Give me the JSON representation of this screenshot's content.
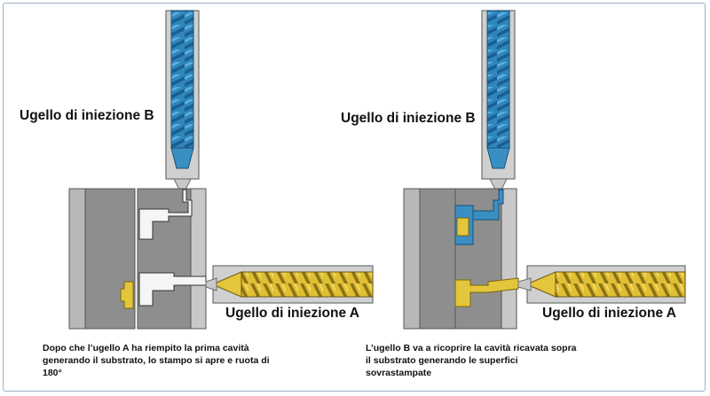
{
  "panels": [
    {
      "nozzle_b_label": "Ugello di iniezione B",
      "nozzle_a_label": "Ugello di iniezione A",
      "caption_lines": [
        "Dopo che l’ugello A ha riempito la prima cavità",
        "generando il substrato, lo stampo si apre e ruota di",
        "180°"
      ]
    },
    {
      "nozzle_b_label": "Ugello di iniezione B",
      "nozzle_a_label": "Ugello di iniezione A",
      "caption_lines": [
        "L’ugello B va a ricoprire la cavità ricavata sopra",
        "il substrato generando le superfici",
        "sovrastampate"
      ]
    }
  ],
  "colors": {
    "frame_border": "#9fb0c4",
    "mold_gray": "#8e8e8e",
    "mold_light": "#c8c8c8",
    "blue_material": "#3a8fc2",
    "yellow_material": "#e4c63c"
  },
  "icons": {
    "nozzle_b": "blue-screw-injection-unit",
    "nozzle_a": "yellow-screw-injection-unit"
  }
}
